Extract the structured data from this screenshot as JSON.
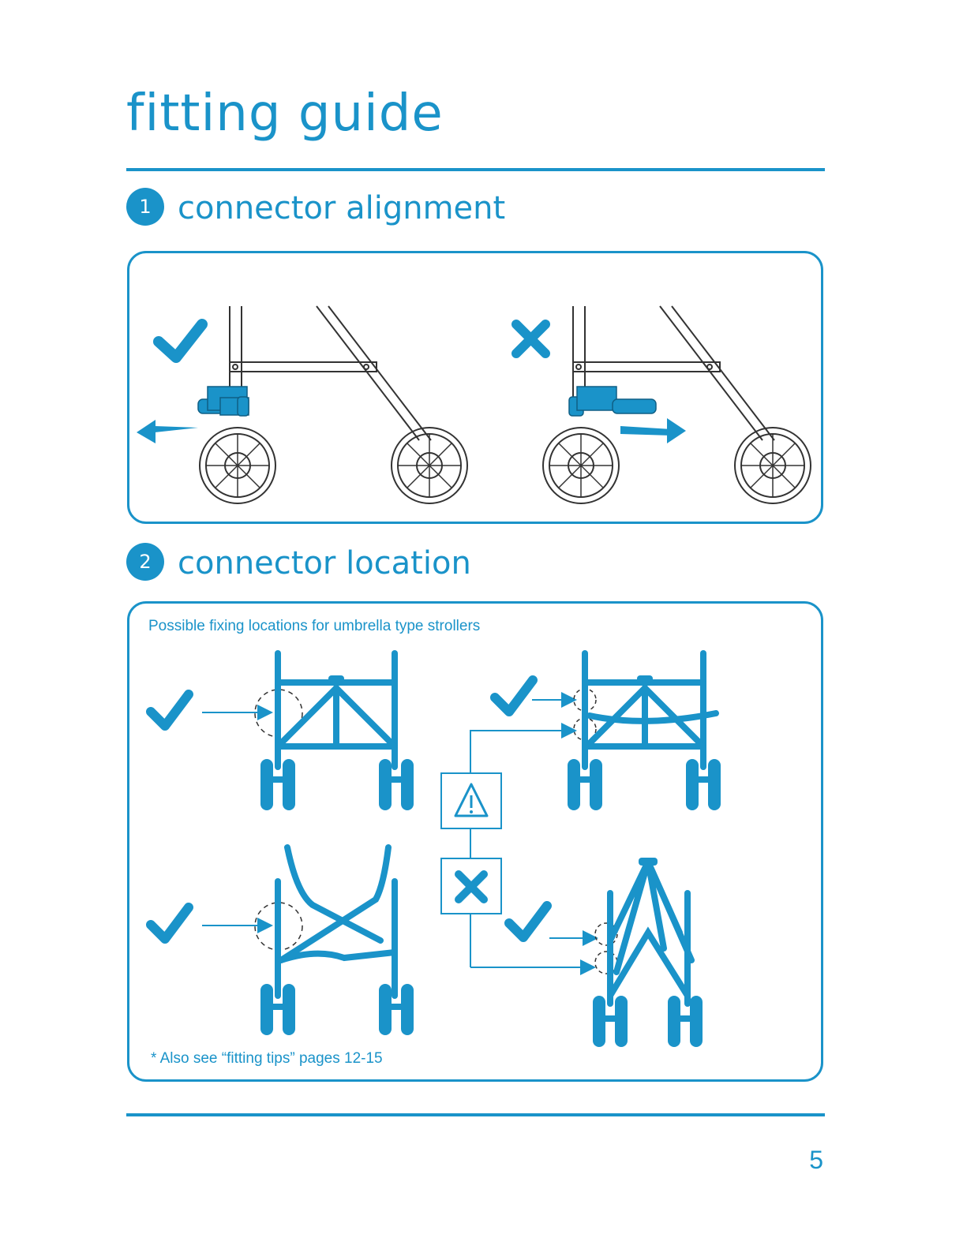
{
  "page": {
    "title": "fitting guide",
    "page_number": "5"
  },
  "sections": [
    {
      "number": "1",
      "title": "connector alignment"
    },
    {
      "number": "2",
      "title": "connector location"
    }
  ],
  "location_panel": {
    "caption": "Possible fixing locations for umbrella type strollers",
    "footnote": "* Also see “fitting tips” pages 12-15"
  },
  "icons": {
    "correct": "check-icon",
    "incorrect": "cross-icon",
    "warning": "warning-triangle-icon"
  },
  "colors": {
    "accent": "#1a93c9",
    "line": "#333333"
  }
}
